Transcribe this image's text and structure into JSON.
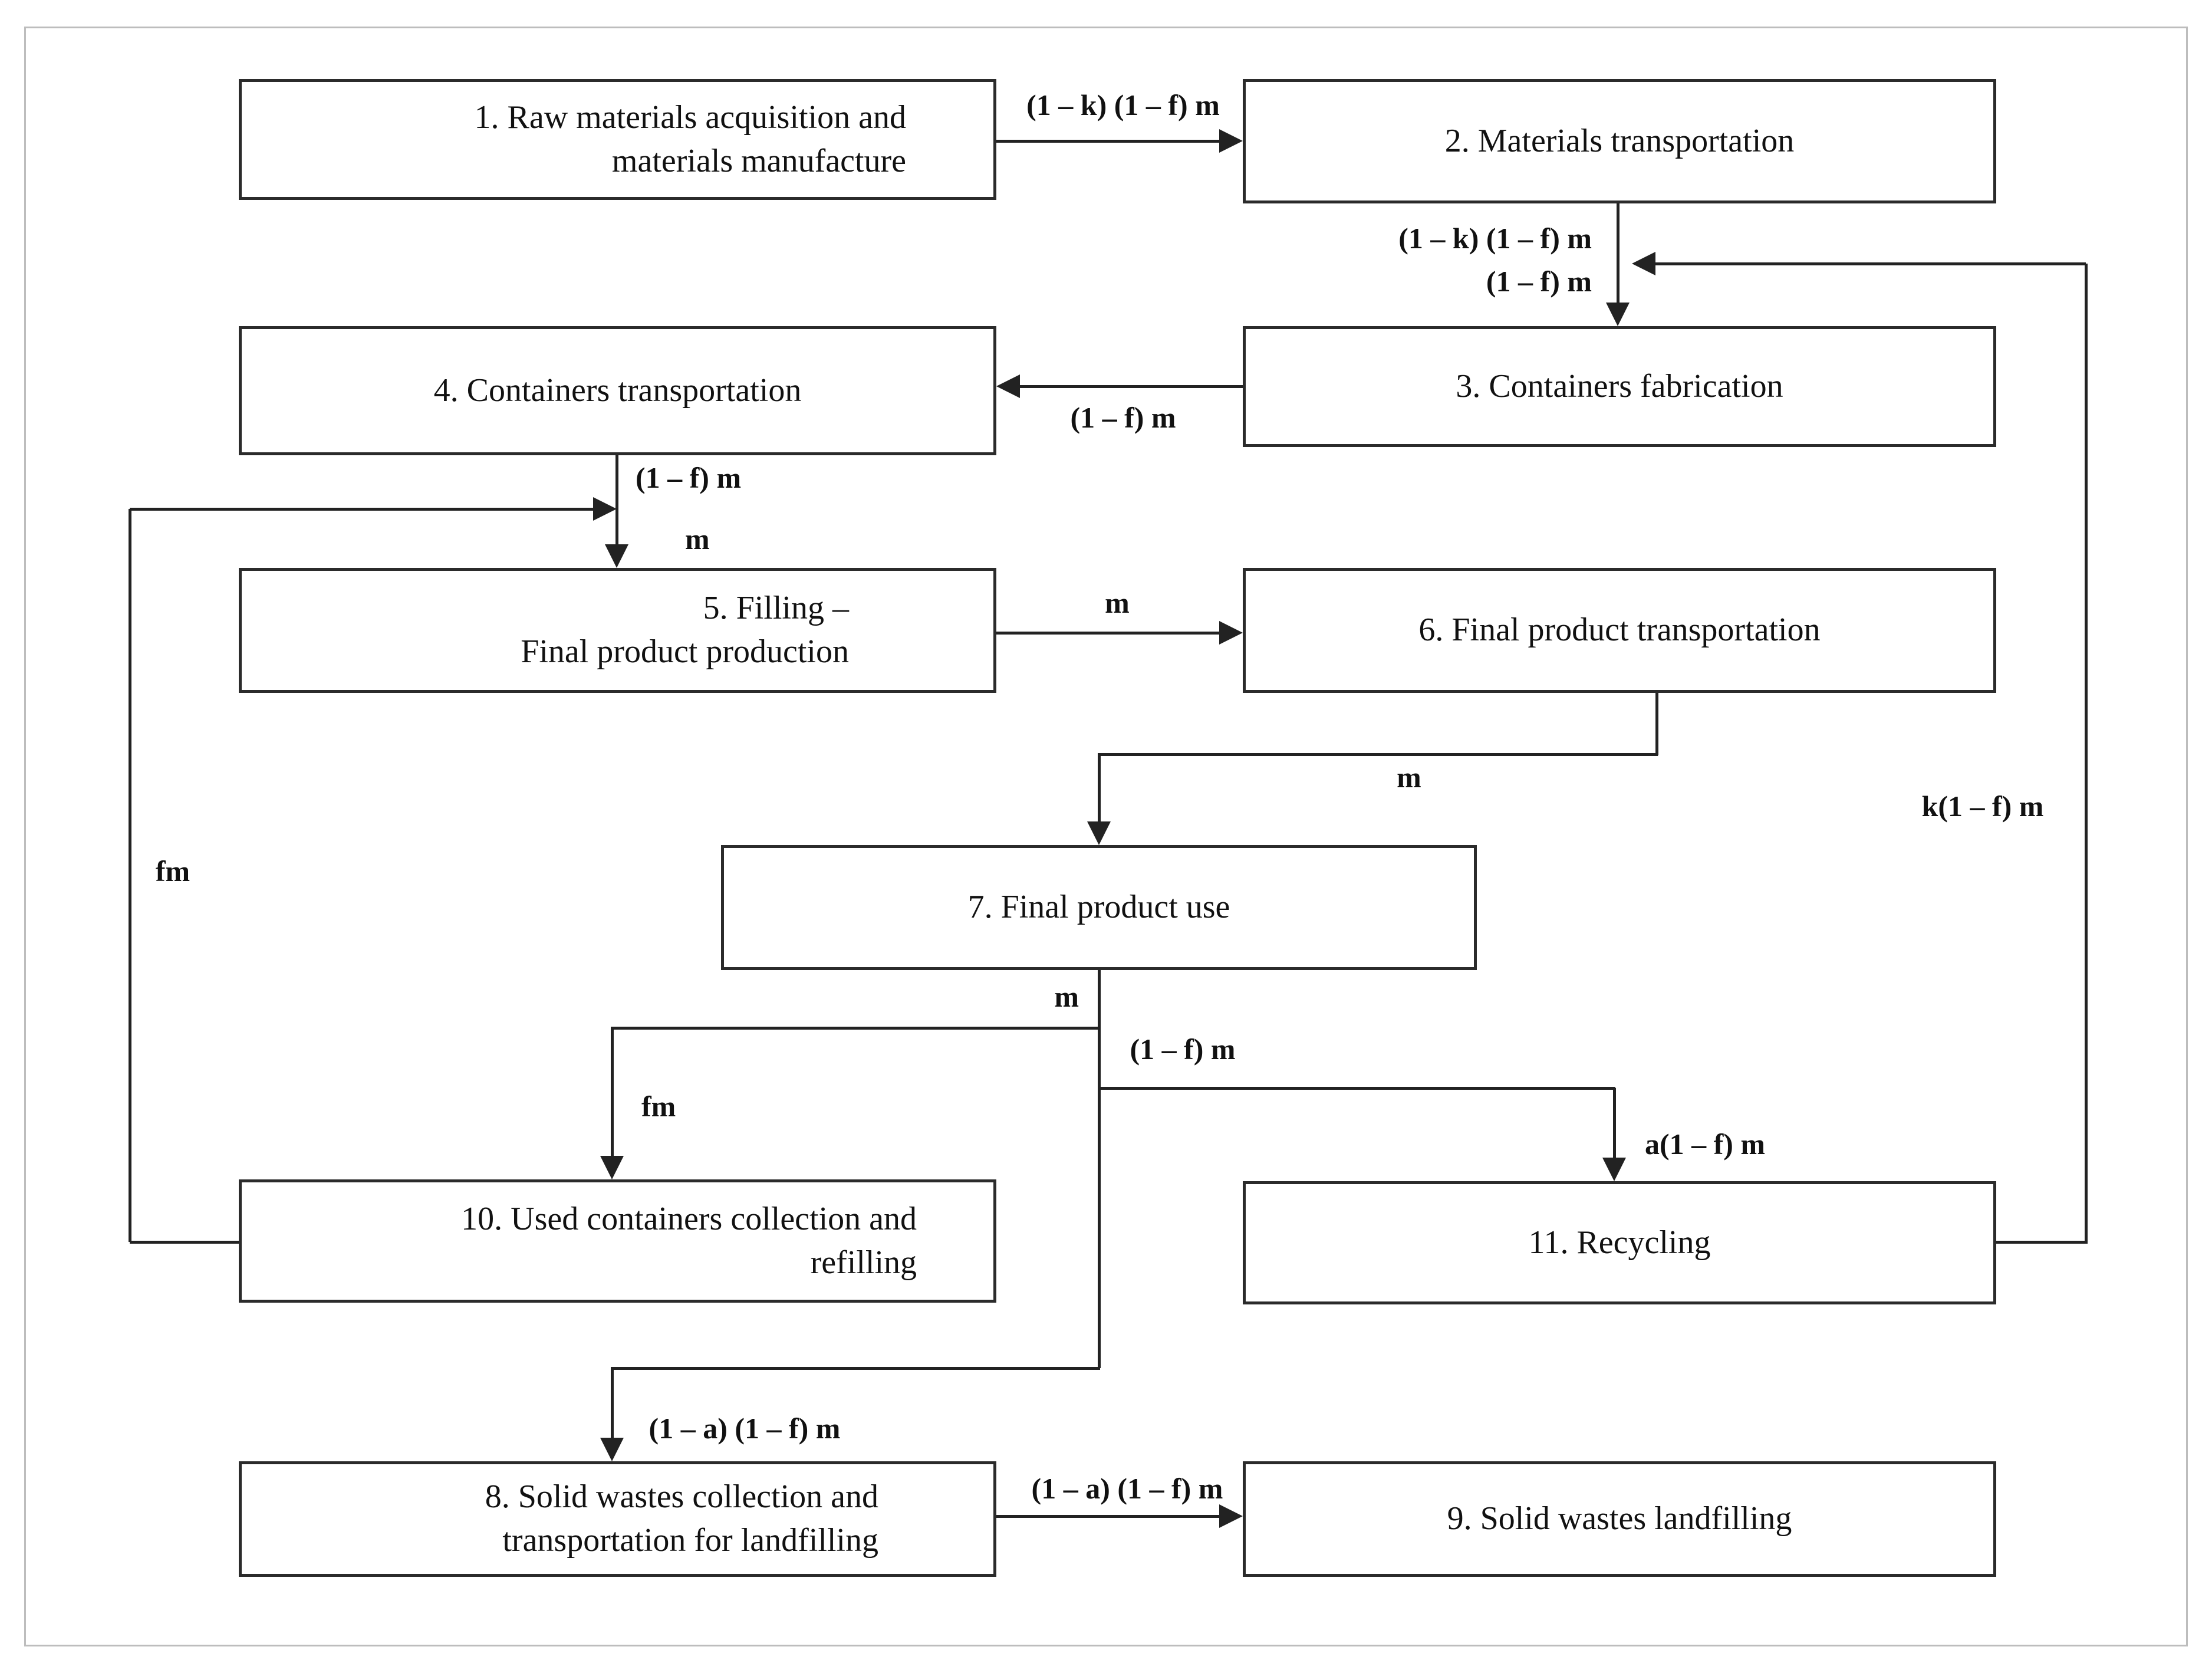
{
  "diagram": {
    "type": "flowchart",
    "description": "Life cycle flow diagram of containers with refilling, recycling and landfilling mass flows",
    "colors": {
      "background": "#ffffff",
      "box_border": "#2b2b2b",
      "line": "#222222",
      "text": "#111111",
      "frame": "#bdbdbd"
    },
    "nodes": [
      {
        "id": "1",
        "lines": [
          "1. Raw materials acquisition and",
          "materials manufacture"
        ]
      },
      {
        "id": "2",
        "lines": [
          "2. Materials transportation"
        ]
      },
      {
        "id": "3",
        "lines": [
          "3. Containers fabrication"
        ]
      },
      {
        "id": "4",
        "lines": [
          "4. Containers transportation"
        ]
      },
      {
        "id": "5",
        "lines": [
          "5. Filling –",
          "Final product production"
        ]
      },
      {
        "id": "6",
        "lines": [
          "6. Final product transportation"
        ]
      },
      {
        "id": "7",
        "lines": [
          "7. Final product use"
        ]
      },
      {
        "id": "8",
        "lines": [
          "8. Solid wastes collection and",
          "transportation for landfilling"
        ]
      },
      {
        "id": "9",
        "lines": [
          "9. Solid wastes landfilling"
        ]
      },
      {
        "id": "10",
        "lines": [
          "10. Used containers collection and",
          "refilling"
        ]
      },
      {
        "id": "11",
        "lines": [
          "11. Recycling"
        ]
      }
    ],
    "flow_labels": {
      "raw_to_materials_transport": "(1 – k) (1 – f) m",
      "into_fabrication_virgin": "(1 – k) (1 – f) m",
      "into_fabrication_total": "(1 – f) m",
      "fabrication_to_containers_transport": "(1 – f) m",
      "containers_transport_down": "(1 – f) m",
      "into_filling": "m",
      "filling_to_product_transport": "m",
      "product_transport_to_use": "m",
      "use_output": "m",
      "to_refilling": "fm",
      "use_non_refilled": "(1 – f) m",
      "to_recycling": "a(1 – f) m",
      "recycling_return": "k(1 – f) m",
      "refilling_return": "fm",
      "to_waste_collection": "(1 – a) (1 – f) m",
      "waste_to_landfill": "(1 – a) (1 – f) m"
    }
  }
}
